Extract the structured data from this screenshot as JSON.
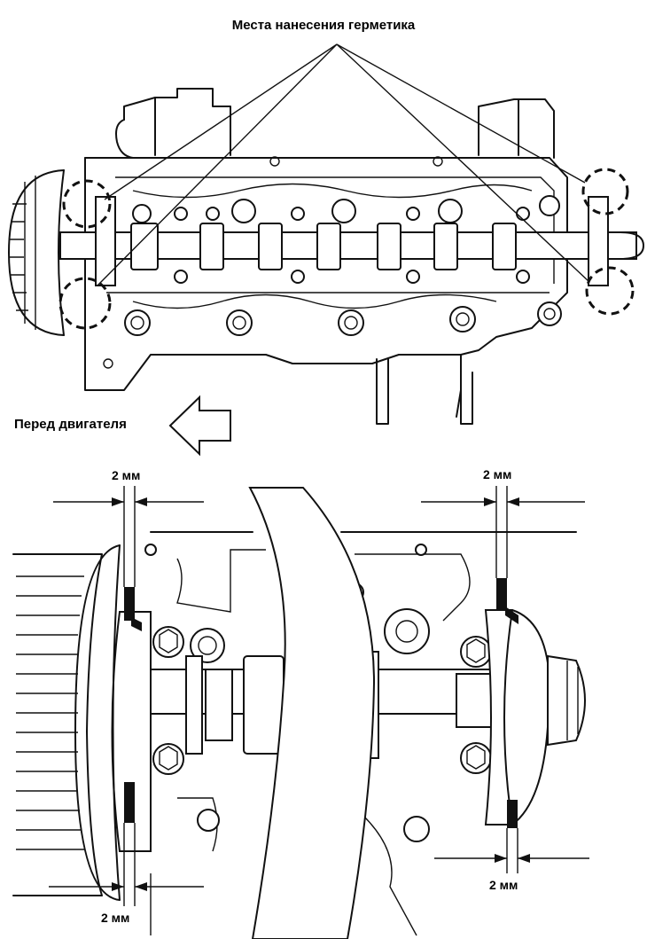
{
  "labels": {
    "sealant_locations": "Места нанесения герметика",
    "engine_front": "Перед двигателя",
    "gap_top_left": "2 мм",
    "gap_top_right": "2 мм",
    "gap_bottom_left": "2 мм",
    "gap_bottom_right": "2 мм"
  },
  "colors": {
    "line": "#111111",
    "background": "#ffffff"
  }
}
